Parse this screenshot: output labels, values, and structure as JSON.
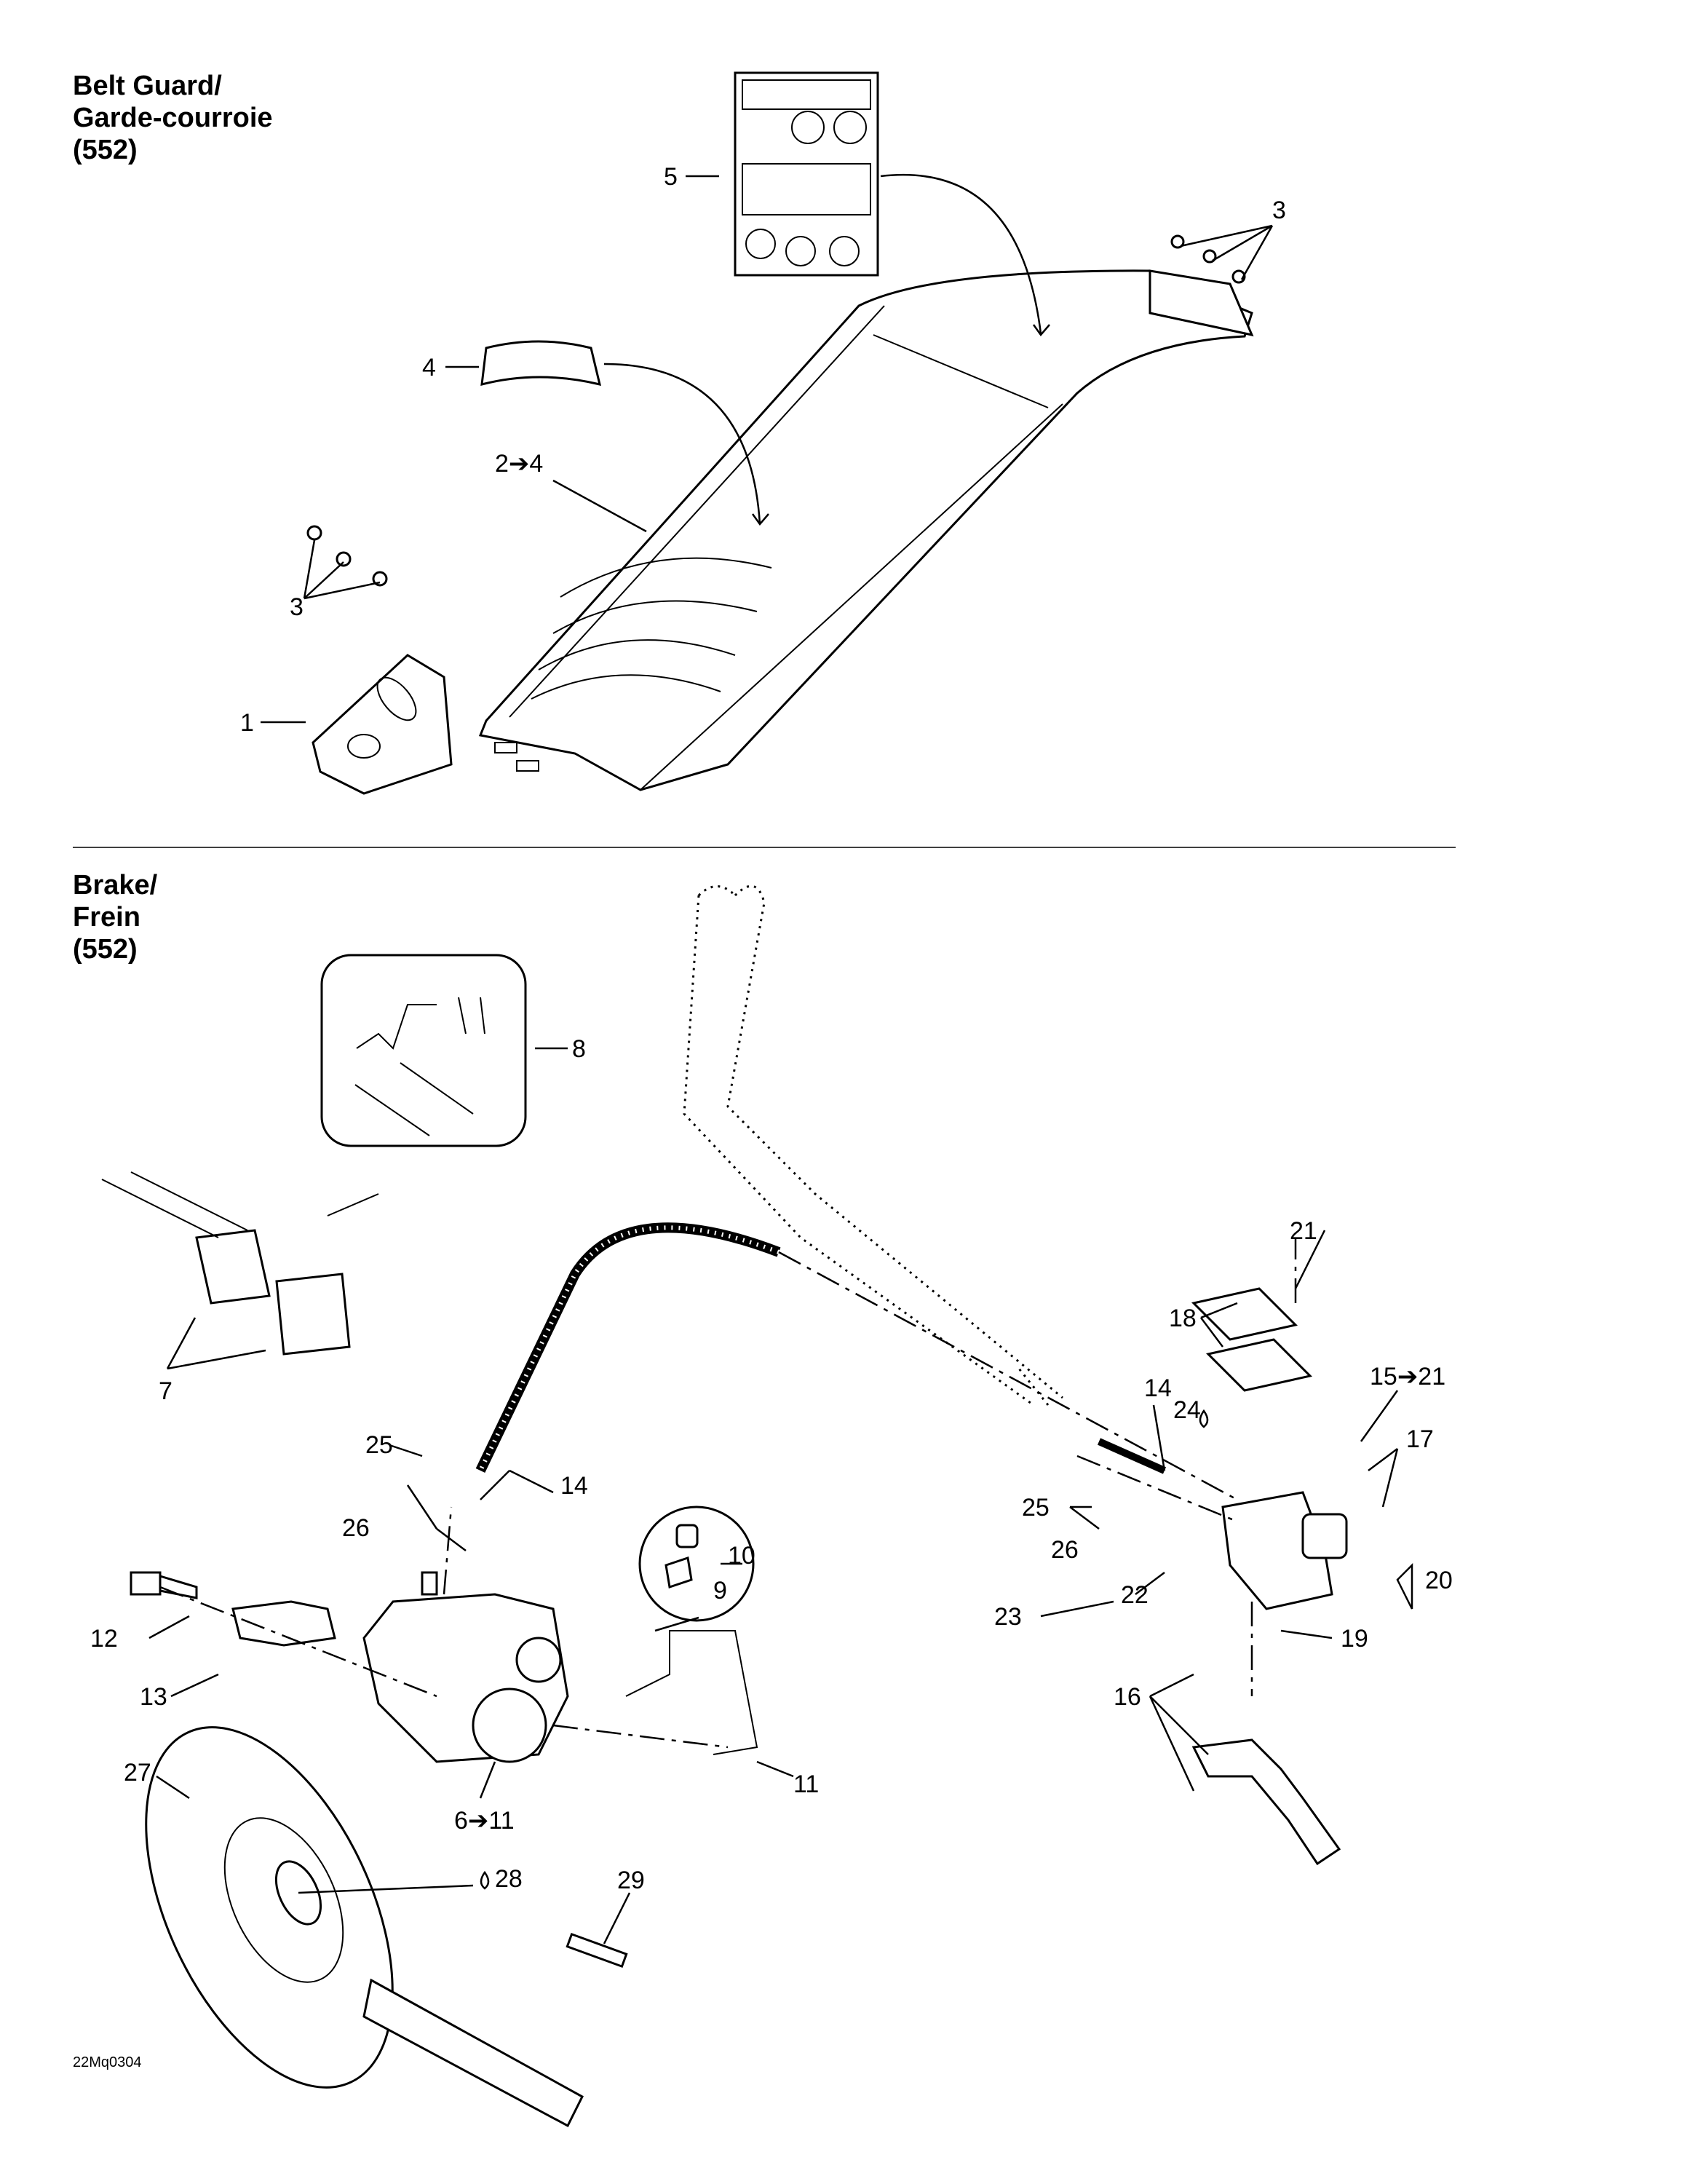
{
  "sections": {
    "belt_guard": {
      "title_line1": "Belt Guard/",
      "title_line2": "Garde-courroie",
      "title_line3": "(552)"
    },
    "brake": {
      "title_line1": "Brake/",
      "title_line2": "Frein",
      "title_line3": "(552)"
    }
  },
  "belt_guard_callouts": {
    "c1": "1",
    "c2_4": "2➔4",
    "c3a": "3",
    "c3b": "3",
    "c4": "4",
    "c5": "5"
  },
  "brake_callouts": {
    "c6_11": "6➔11",
    "c7": "7",
    "c8": "8",
    "c9": "9",
    "c10": "10",
    "c11": "11",
    "c12": "12",
    "c13": "13",
    "c14a": "14",
    "c14b": "14",
    "c15_21": "15➔21",
    "c16": "16",
    "c17": "17",
    "c18": "18",
    "c19": "19",
    "c20": "20",
    "c21": "21",
    "c22": "22",
    "c23": "23",
    "c24": "24",
    "c25a": "25",
    "c25b": "25",
    "c26a": "26",
    "c26b": "26",
    "c27": "27",
    "c28": "28",
    "c29": "29"
  },
  "figure_code": "22Mq0304",
  "icons": [
    "drop-icon",
    "arrow-icon"
  ]
}
